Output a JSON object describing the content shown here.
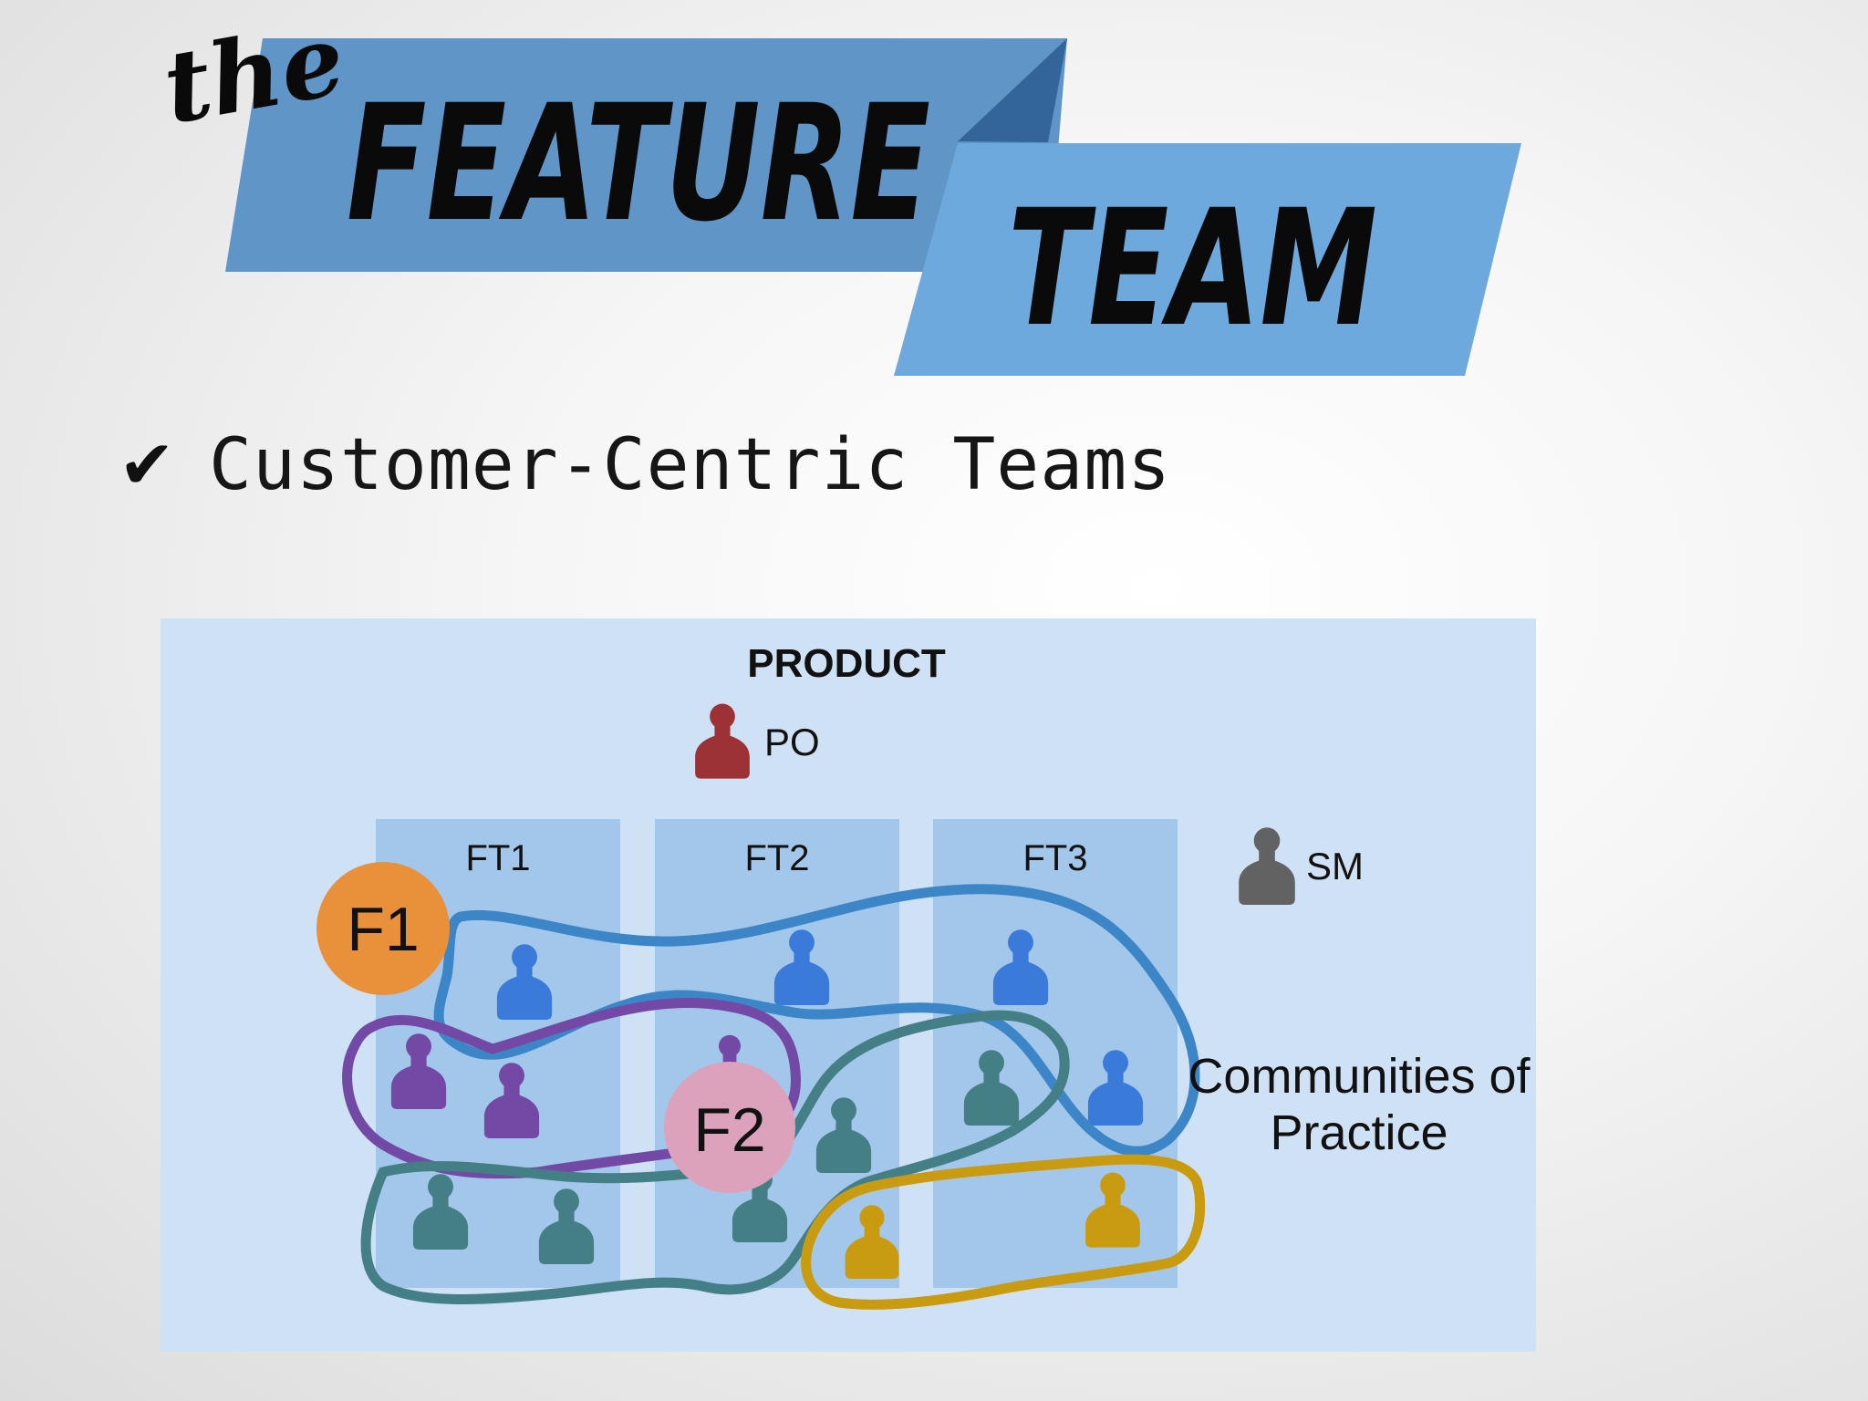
{
  "title": {
    "prefix": "the",
    "line1": "FEATURE",
    "line2": "TEAM",
    "colors": {
      "banner_dark": "#5f95c7",
      "banner_light": "#6ea9dd",
      "banner_fold": "#33659a"
    }
  },
  "bullet": {
    "icon": "check-icon",
    "glyph": "✔",
    "text": "Customer-Centric Teams"
  },
  "diagram": {
    "heading": "PRODUCT",
    "po_label": "PO",
    "sm_label": "SM",
    "teams": [
      "FT1",
      "FT2",
      "FT3"
    ],
    "features": [
      "F1",
      "F2"
    ],
    "communities_label_line1": "Communities of",
    "communities_label_line2": "Practice",
    "colors": {
      "panel": "#cfe2f5",
      "column": "#a3c7ea",
      "po": "#9c3236",
      "sm": "#626262",
      "blue": "#3a7ad9",
      "purple": "#7249a5",
      "teal": "#457f86",
      "gold": "#c99b10",
      "f1": "#e8913a",
      "f2": "#dca2bb"
    }
  }
}
